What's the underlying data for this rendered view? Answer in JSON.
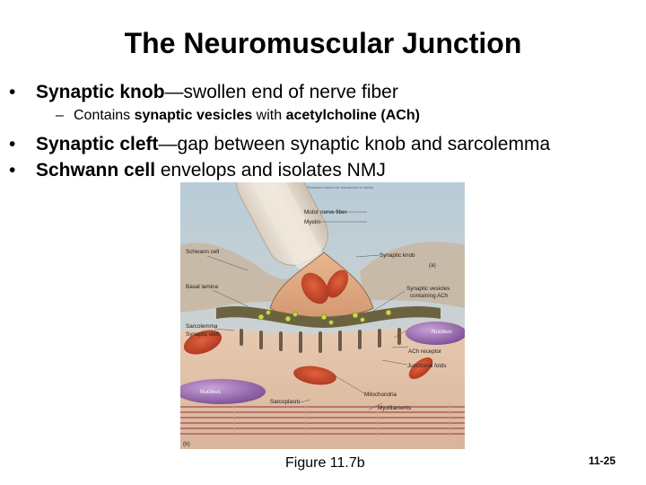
{
  "slide": {
    "title": "The Neuromuscular Junction",
    "bullets": [
      {
        "term": "Synaptic knob",
        "text": "—swollen end of nerve fiber"
      },
      {
        "term": "Synaptic cleft",
        "text": "—gap between synaptic knob and sarcolemma"
      },
      {
        "term": "Schwann cell",
        "text": " envelops and isolates NMJ"
      }
    ],
    "sub_bullet": {
      "prefix": "Contains ",
      "term1": "synaptic vesicles",
      "middle": " with ",
      "term2": "acetylcholine (ACh)"
    },
    "caption": "Figure 11.7b",
    "slide_number": "11-25"
  },
  "figure": {
    "copyright": "Copyright © McGraw-Hill Education. Permission required for reproduction or display.",
    "panel_a": "(a)",
    "panel_b": "(b)",
    "labels": {
      "motor_nerve_fiber": "Motor nerve fiber",
      "myelin": "Myelin",
      "schwann_cell": "Schwann cell",
      "synaptic_knob": "Synaptic knob",
      "basal_lamina": "Basal lamina",
      "synaptic_vesicles": "Synaptic vesicles",
      "containing_ach": "containing ACh",
      "sarcolemma": "Sarcolemma",
      "synaptic_cleft": "Synaptic cleft",
      "nucleus_right": "Nucleus",
      "ach_receptor": "ACh receptor",
      "junctional_folds": "Junctional folds",
      "nucleus_left": "Nucleus",
      "mitochondria": "Mitochondria",
      "sarcoplasm": "Sarcoplasm",
      "myofilaments": "Myofilaments"
    }
  }
}
